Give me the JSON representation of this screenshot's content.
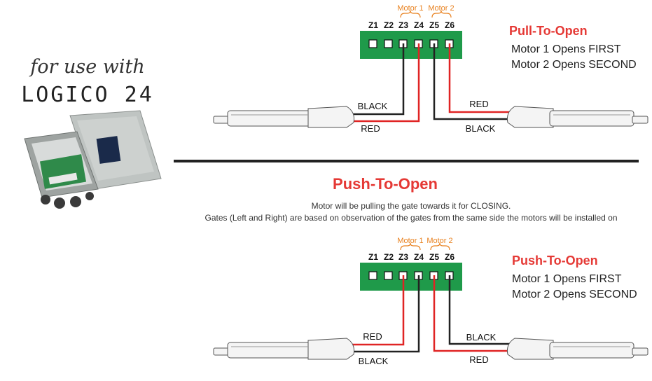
{
  "branding": {
    "tagline": "for use with",
    "product": "LOGICO 24"
  },
  "divider_title": "Push-To-Open",
  "notes": [
    "Motor will be pulling the gate towards it for CLOSING.",
    "Gates (Left and Right) are based on observation of the gates from the same side the motors will be installed on"
  ],
  "diagrams": [
    {
      "terminals": [
        "Z1",
        "Z2",
        "Z3",
        "Z4",
        "Z5",
        "Z6"
      ],
      "motor1_label": "Motor 1",
      "motor2_label": "Motor 2",
      "title": "Pull-To-Open",
      "line1": "Motor 1 Opens FIRST",
      "line2": "Motor 2 Opens SECOND",
      "wire_left_top": "BLACK",
      "wire_left_bottom": "RED",
      "wire_right_top": "RED",
      "wire_right_bottom": "BLACK"
    },
    {
      "terminals": [
        "Z1",
        "Z2",
        "Z3",
        "Z4",
        "Z5",
        "Z6"
      ],
      "motor1_label": "Motor 1",
      "motor2_label": "Motor 2",
      "title": "Push-To-Open",
      "line1": "Motor 1 Opens FIRST",
      "line2": "Motor 2 Opens SECOND",
      "wire_left_top": "RED",
      "wire_left_bottom": "BLACK",
      "wire_right_top": "BLACK",
      "wire_right_bottom": "RED"
    }
  ],
  "colors": {
    "accent_red": "#e53935",
    "motor_orange": "#e8801e",
    "board_green": "#1f9a4a",
    "wire_black": "#222222",
    "wire_red": "#e02424"
  }
}
